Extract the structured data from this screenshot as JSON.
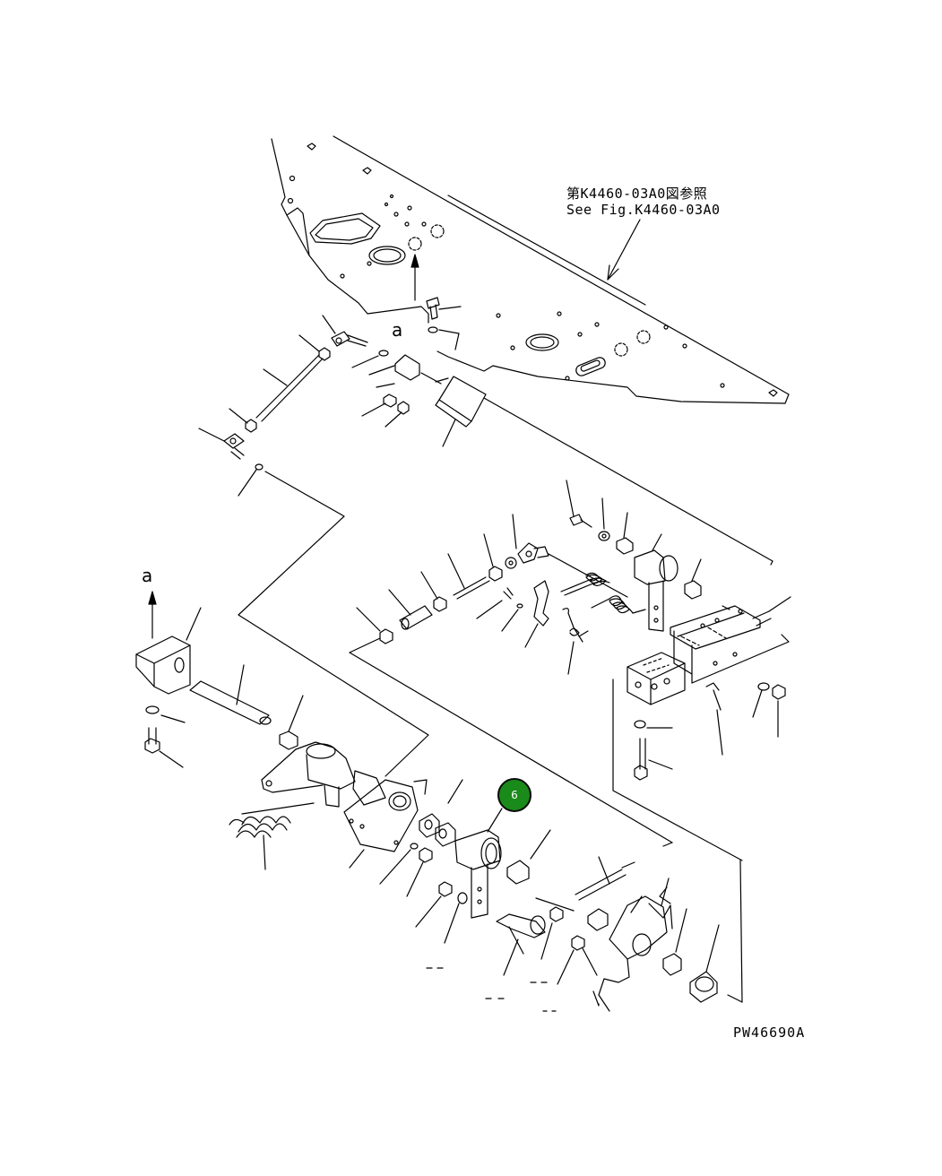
{
  "reference_note": {
    "jp": "第K4460-03A0図参照",
    "en": "See Fig.K4460-03A0"
  },
  "view_markers": {
    "top": "a",
    "left": "a"
  },
  "figure_code": "PW46690A",
  "highlighted_part": {
    "number": "6",
    "color": "#1a8a1a"
  }
}
